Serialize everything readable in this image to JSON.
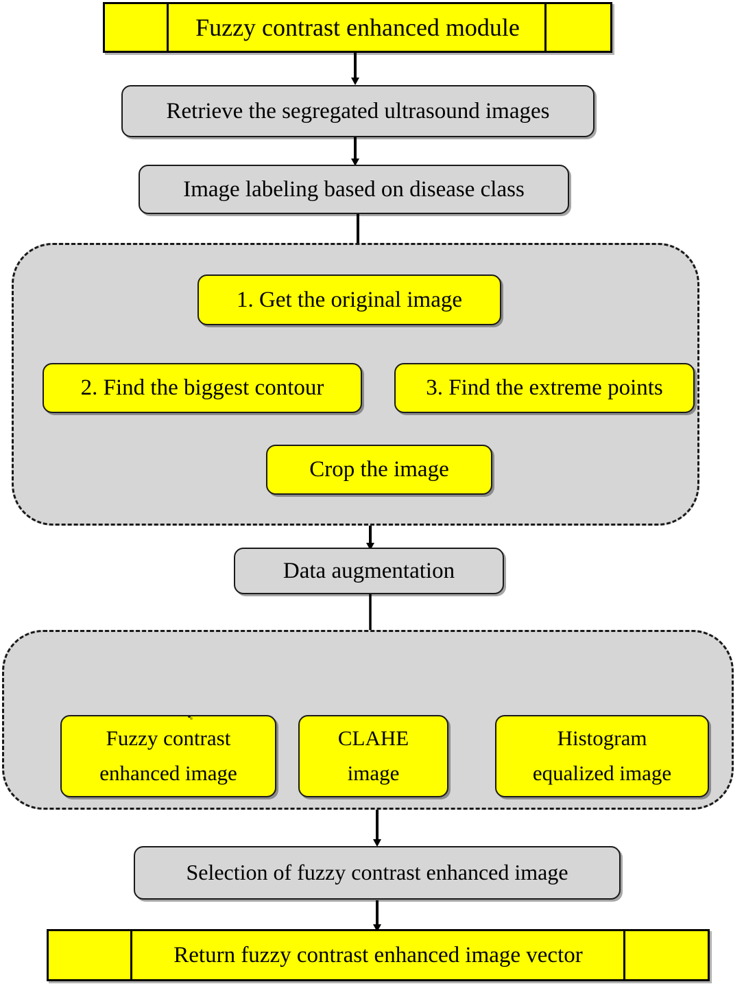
{
  "diagram": {
    "title": "Fuzzy contrast enhanced module flowchart",
    "colors": {
      "terminator_fill": "#ffff00",
      "process_fill": "#d6d6d6",
      "highlight_fill": "#ffff00",
      "stroke": "#1a1a1a",
      "group_fill": "#d6d6d6"
    },
    "nodes": {
      "module_header": "Fuzzy contrast enhanced module",
      "retrieve": "Retrieve the segregated ultrasound images",
      "labeling": "Image labeling based on disease class",
      "step1": "1. Get the original image",
      "step2": "2. Find the biggest contour",
      "step3": "3. Find the extreme points",
      "crop": "Crop the image",
      "augmentation": "Data augmentation",
      "fuzzy_line1": "Fuzzy contrast",
      "fuzzy_line2": "enhanced  image",
      "clahe_line1": "CLAHE",
      "clahe_line2": "image",
      "hist_line1": "Histogram",
      "hist_line2": "equalized image",
      "selection": "Selection of fuzzy contrast enhanced  image",
      "return": "Return fuzzy contrast enhanced  image vector"
    },
    "groups": {
      "preprocess_group": "cropping-pipeline-group",
      "enhancement_group": "enhancement-variants-group"
    }
  }
}
